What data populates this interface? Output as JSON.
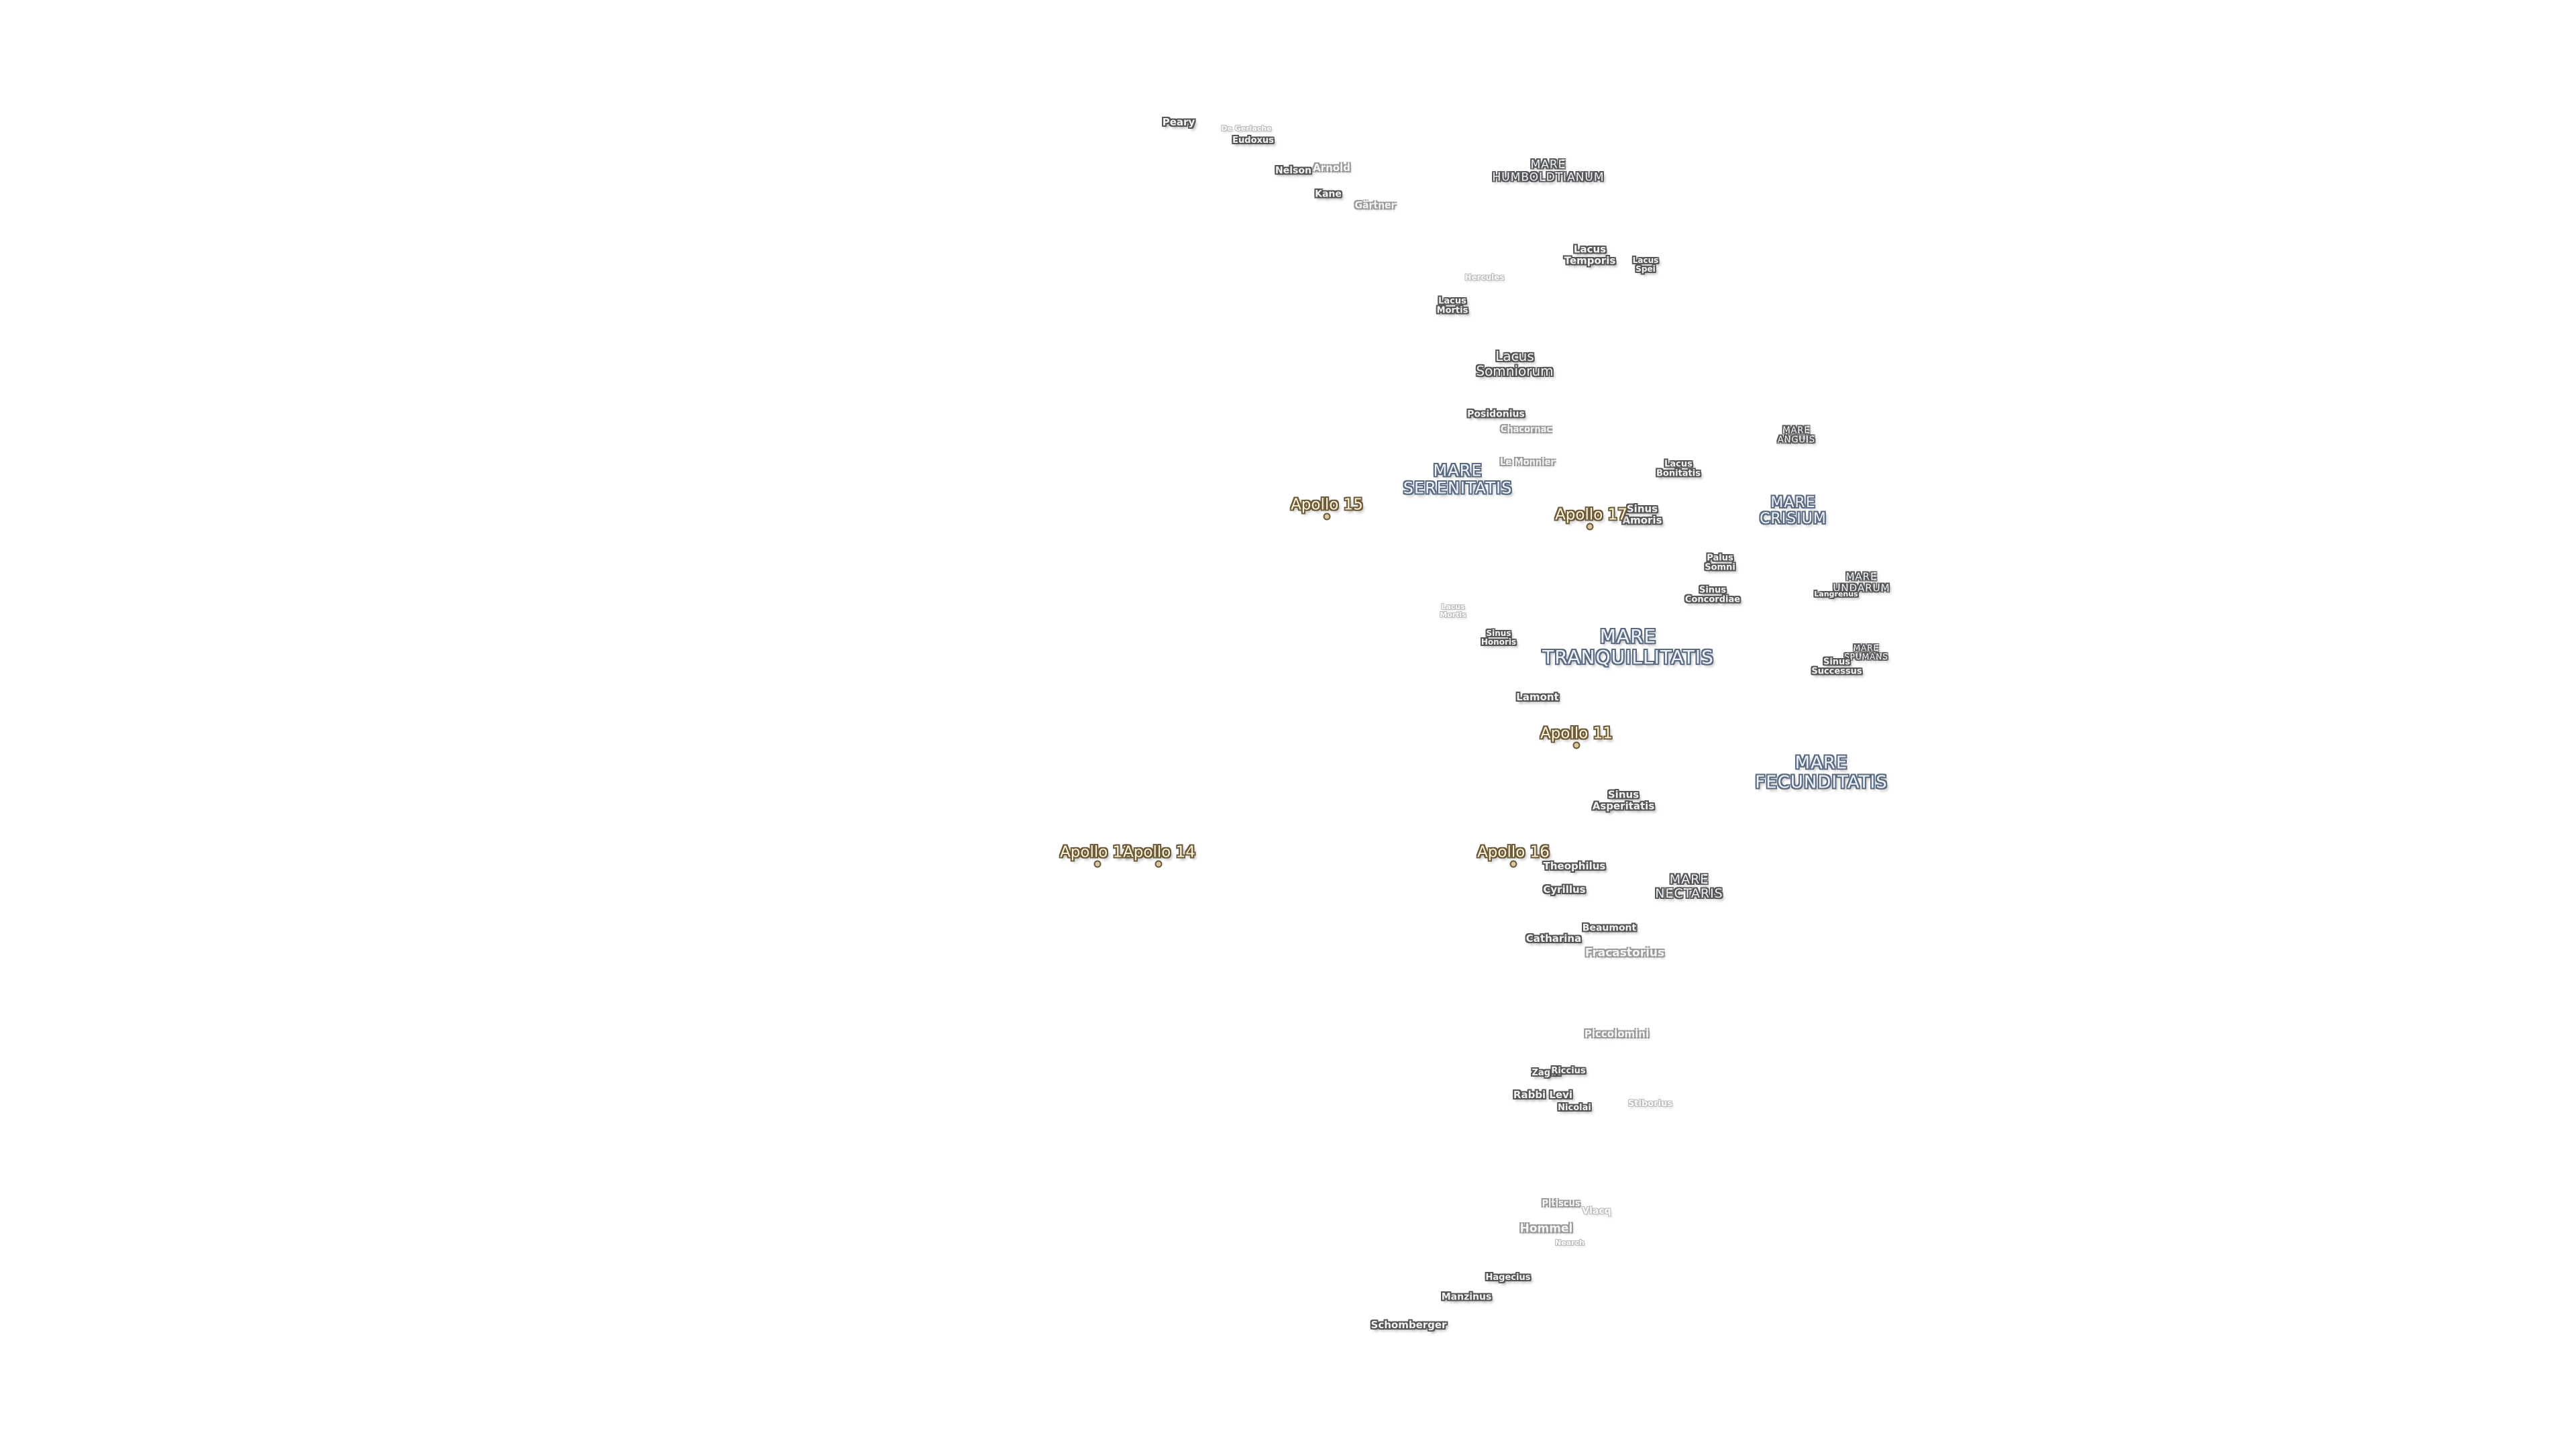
{
  "map": {
    "colors": {
      "background": "#ffffff",
      "feature_text": "#f3f3f3",
      "feature_halo": "#555555",
      "mare_halo": "#5a6a80",
      "apollo_text": "#fff3d6",
      "apollo_halo": "#6b5a3a"
    },
    "labels": {
      "peary": "Peary",
      "de_gerlache": "De Gerlache",
      "eudoxus": "Eudoxus",
      "nelson": "Nelson",
      "arnold": "Arnold",
      "kane": "Kane",
      "gartner": "Gärtner",
      "mare_humboldtianum_1": "MARE",
      "mare_humboldtianum_2": "HUMBOLDTIANUM",
      "lacus_temporis_1": "Lacus",
      "lacus_temporis_2": "Temporis",
      "lacus_spei_1": "Lacus",
      "lacus_spei_2": "Spei",
      "hercules": "Hercules",
      "lacus_mortis_1": "Lacus",
      "lacus_mortis_2": "Mortis",
      "lacus_somniorum_1": "Lacus",
      "lacus_somniorum_2": "Somniorum",
      "posidonius": "Posidonius",
      "chacornac": "Chacornac",
      "le_monnier": "Le Monnier",
      "mare_serenitatis_1": "MARE",
      "mare_serenitatis_2": "SERENITATIS",
      "mare_anguis_1": "MARE",
      "mare_anguis_2": "ANGUIS",
      "lacus_bonitatis_1": "Lacus",
      "lacus_bonitatis_2": "Bonitatis",
      "sinus_amoris_1": "Sinus",
      "sinus_amoris_2": "Amoris",
      "mare_crisium_1": "MARE",
      "mare_crisium_2": "CRISIUM",
      "palus_somni_1": "Palus",
      "palus_somni_2": "Somni",
      "sinus_concordiae_1": "Sinus",
      "sinus_concordiae_2": "Concordiae",
      "mare_undarum_1": "MARE",
      "mare_undarum_2": "UNDARUM",
      "langrenus_overlap": "Langrenus",
      "lacus_mortis_faint_1": "Lacus",
      "lacus_mortis_faint_2": "Mortis",
      "sinus_honoris_1": "Sinus",
      "sinus_honoris_2": "Honoris",
      "mare_tranquillitatis_1": "MARE",
      "mare_tranquillitatis_2": "TRANQUILLITATIS",
      "mare_spumans_1": "MARE",
      "mare_spumans_2": "SPUMANS",
      "sinus_successus_1": "Sinus",
      "sinus_successus_2": "Successus",
      "lamont": "Lamont",
      "mare_fecunditatis_1": "MARE",
      "mare_fecunditatis_2": "FECUNDITATIS",
      "sinus_asperitatis_1": "Sinus",
      "sinus_asperitatis_2": "Asperitatis",
      "theophilus": "Theophilus",
      "cyrillus": "Cyrillus",
      "mare_nectaris_1": "MARE",
      "mare_nectaris_2": "NECTARIS",
      "beaumont": "Beaumont",
      "catharina": "Catharina",
      "fracastorius": "Fracastorius",
      "piccolomini": "Piccolomini",
      "zagut": "Zagut",
      "rabbi_levi": "Rabbi Levi",
      "riccius": "Riccius",
      "nicolai": "Nicolai",
      "stiborius": "Stiborius",
      "pitiscus": "Pitiscus",
      "vlacq": "Vlacq",
      "hommel": "Hommel",
      "nearch": "Nearch",
      "hagecius": "Hagecius",
      "manzinus": "Manzinus",
      "schomberger": "Schomberger"
    },
    "apollo": {
      "a15": "Apollo 15",
      "a17": "Apollo 17",
      "a11": "Apollo 11",
      "a12": "Apollo 12",
      "a14": "Apollo 14",
      "a16": "Apollo 16"
    }
  }
}
